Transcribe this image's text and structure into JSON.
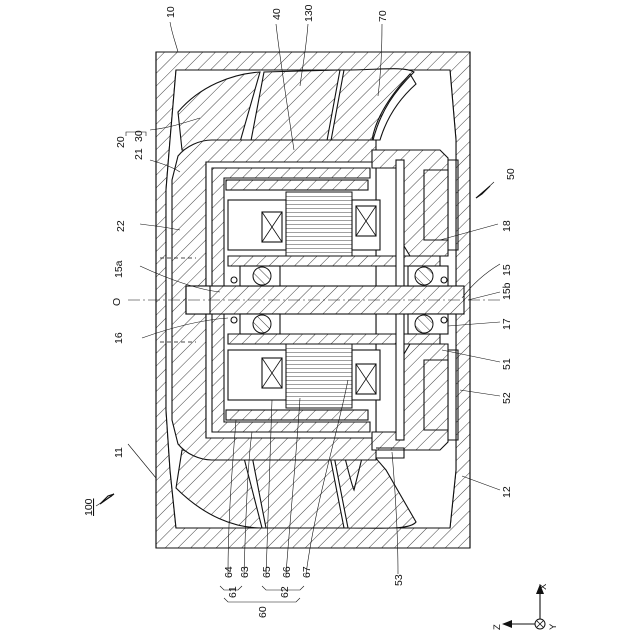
{
  "labels": {
    "n10": "10",
    "n40": "40",
    "n130": "130",
    "n70": "70",
    "n20": "20",
    "n21": "21",
    "n30": "30",
    "n50": "50",
    "n22": "22",
    "n18": "18",
    "n15a": "15a",
    "n15": "15",
    "n15b": "15b",
    "nO": "O",
    "n16": "16",
    "n17": "17",
    "n51": "51",
    "n52": "52",
    "n11": "11",
    "n12": "12",
    "n100": "100",
    "n64": "64",
    "n63": "63",
    "n65": "65",
    "n66": "66",
    "n67": "67",
    "n61": "61",
    "n62": "62",
    "n60": "60",
    "n53": "53"
  },
  "axes": {
    "x": "X",
    "y": "Y",
    "z": "Z"
  }
}
